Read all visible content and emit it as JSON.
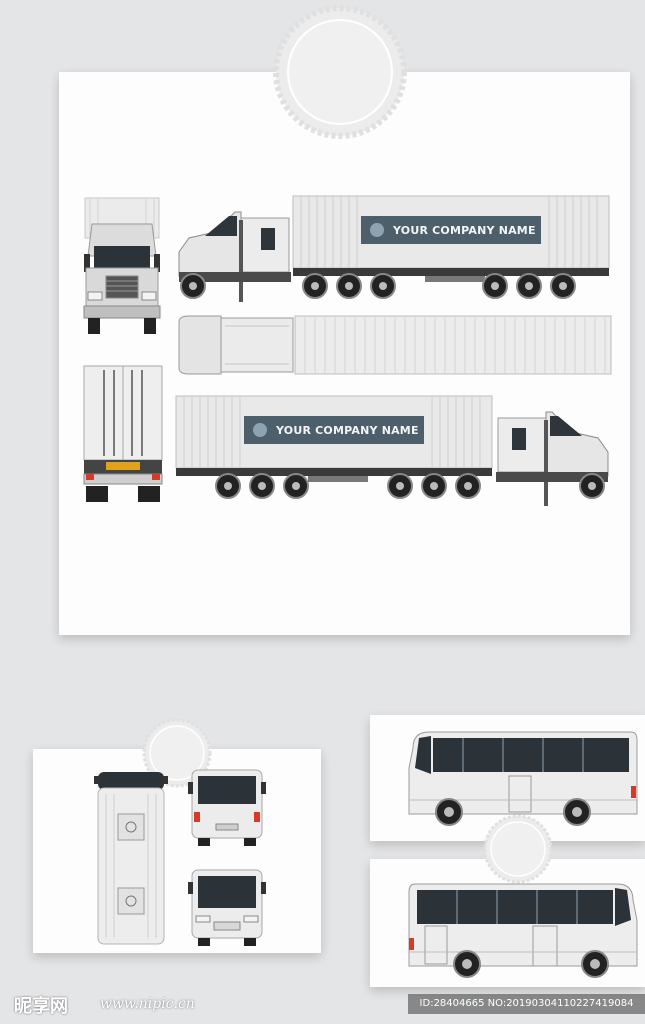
{
  "truck": {
    "company_label_top": "YOUR COMPANY NAME",
    "company_label_bottom": "YOUR COMPANY NAME"
  },
  "watermark": {
    "logo": "昵享网",
    "url": "www.nipic.cn",
    "id_text": "ID:28404665 NO:20190304110227419084"
  },
  "colors": {
    "background": "#e4e5e7",
    "card": "#fdfdfd",
    "label_panel": "#4e5f6c",
    "window_glass": "#253037",
    "tire": "#222222"
  }
}
